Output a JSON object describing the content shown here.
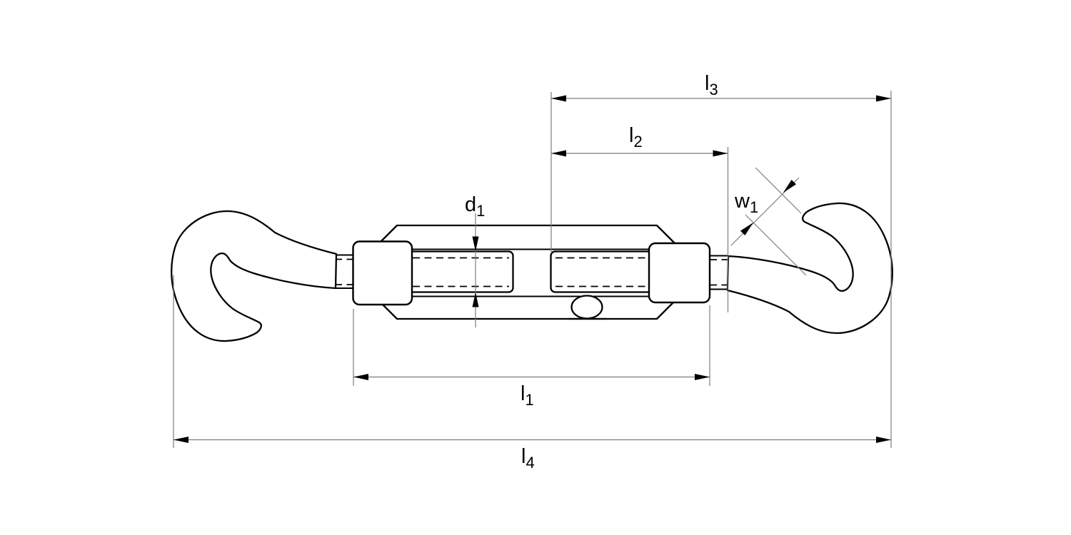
{
  "drawing": {
    "type": "technical-drawing",
    "subject": "turnbuckle-with-two-hooks",
    "background": "#ffffff"
  },
  "colors": {
    "part_line": "#000000",
    "dimension_line": "#7d7d7d",
    "arrowhead": "#000000",
    "label_text": "#000000"
  },
  "dimensions": {
    "l1": {
      "base": "l",
      "sub": "1"
    },
    "l2": {
      "base": "l",
      "sub": "2"
    },
    "l3": {
      "base": "l",
      "sub": "3"
    },
    "l4": {
      "base": "l",
      "sub": "4"
    },
    "d1": {
      "base": "d",
      "sub": "1"
    },
    "w1": {
      "base": "w",
      "sub": "1"
    }
  }
}
